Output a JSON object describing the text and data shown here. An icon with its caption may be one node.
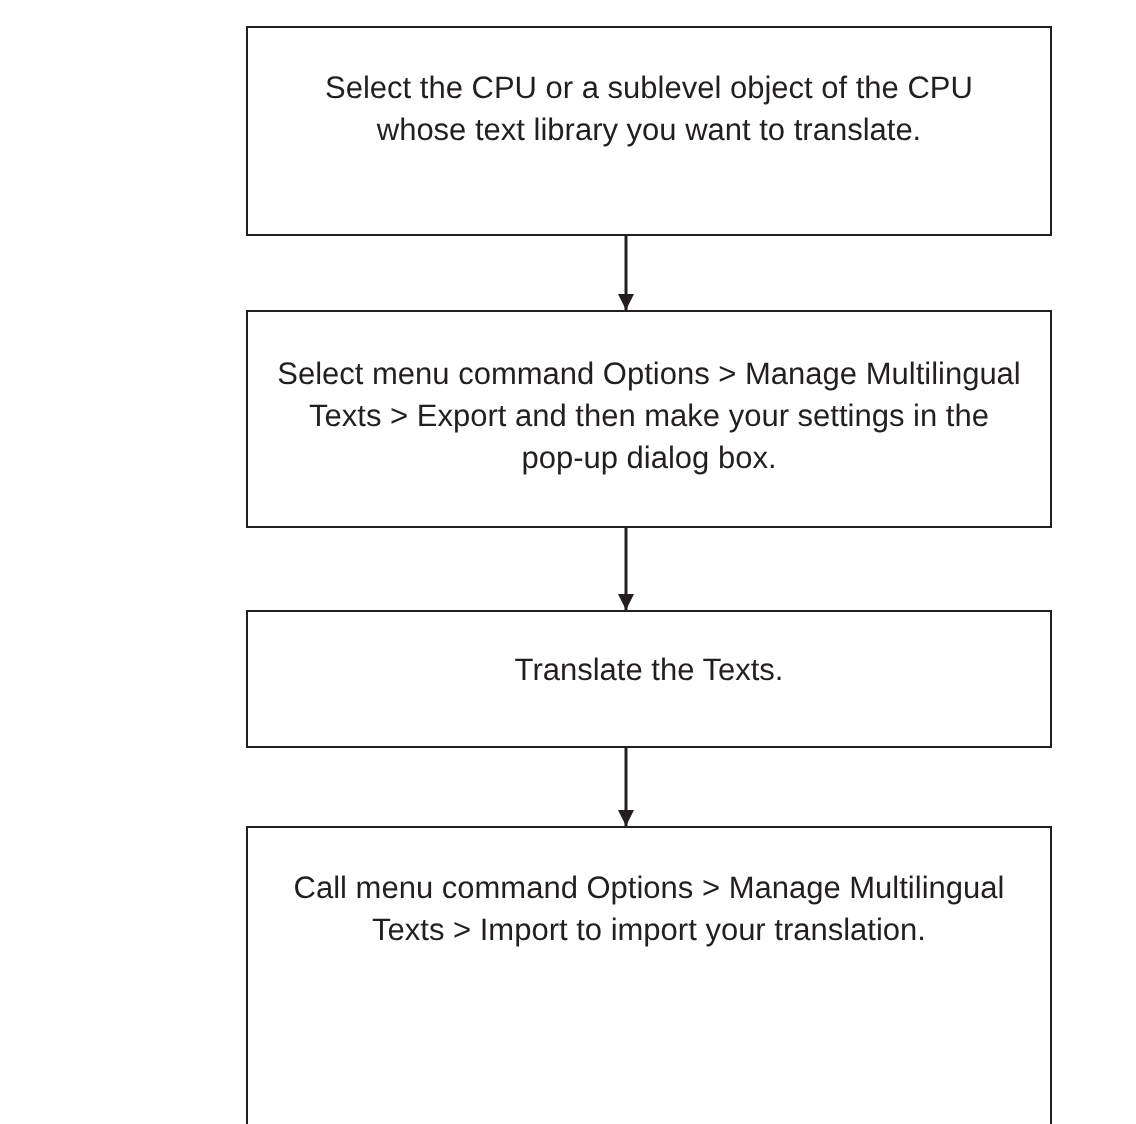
{
  "diagram": {
    "nodes": [
      {
        "text": [
          "Select the CPU or a sublevel object of the CPU whose text library you want to translate."
        ]
      },
      {
        "text": [
          "Select menu command Options > Manage Multilingual Texts > Export and then make your settings in the pop-up dialog box."
        ]
      },
      {
        "text": [
          "Translate the Texts."
        ]
      },
      {
        "text": [
          "Call menu command Options > Manage Multilingual Texts > Import to import your translation."
        ]
      }
    ],
    "edges": [
      {
        "from": 0,
        "to": 1,
        "arrow": "to"
      },
      {
        "from": 1,
        "to": 2,
        "arrow": "to"
      },
      {
        "from": 2,
        "to": 3,
        "arrow": "to"
      }
    ]
  }
}
